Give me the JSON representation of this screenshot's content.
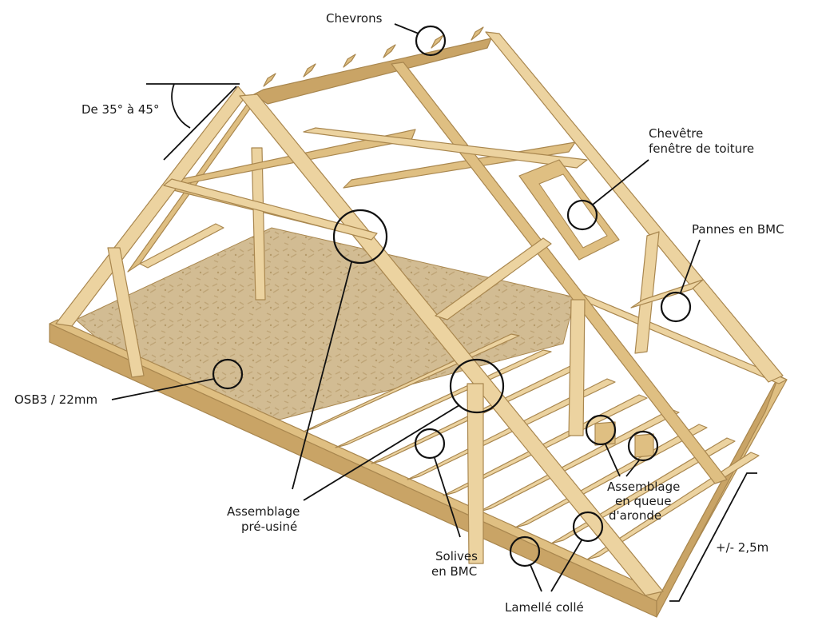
{
  "labels": {
    "chevrons": "Chevrons",
    "angle": "De 35° à 45°",
    "chevetre_1": "Chevêtre",
    "chevetre_2": "fenêtre de toiture",
    "pannes": "Pannes en BMC",
    "osb": "OSB3 / 22mm",
    "assemblage_1": "Assemblage",
    "assemblage_2": "pré-usiné",
    "solives_1": "Solives",
    "solives_2": "en BMC",
    "lamelle": "Lamellé collé",
    "queue_1": "Assemblage",
    "queue_2": "en queue",
    "queue_3": "d'aronde",
    "dimension": "+/- 2,5m"
  },
  "colors": {
    "wood_light": "#ecd3a0",
    "wood_mid": "#dfbf82",
    "wood_dark": "#c9a466",
    "osb": "#d2bc93",
    "ink": "#111111"
  }
}
